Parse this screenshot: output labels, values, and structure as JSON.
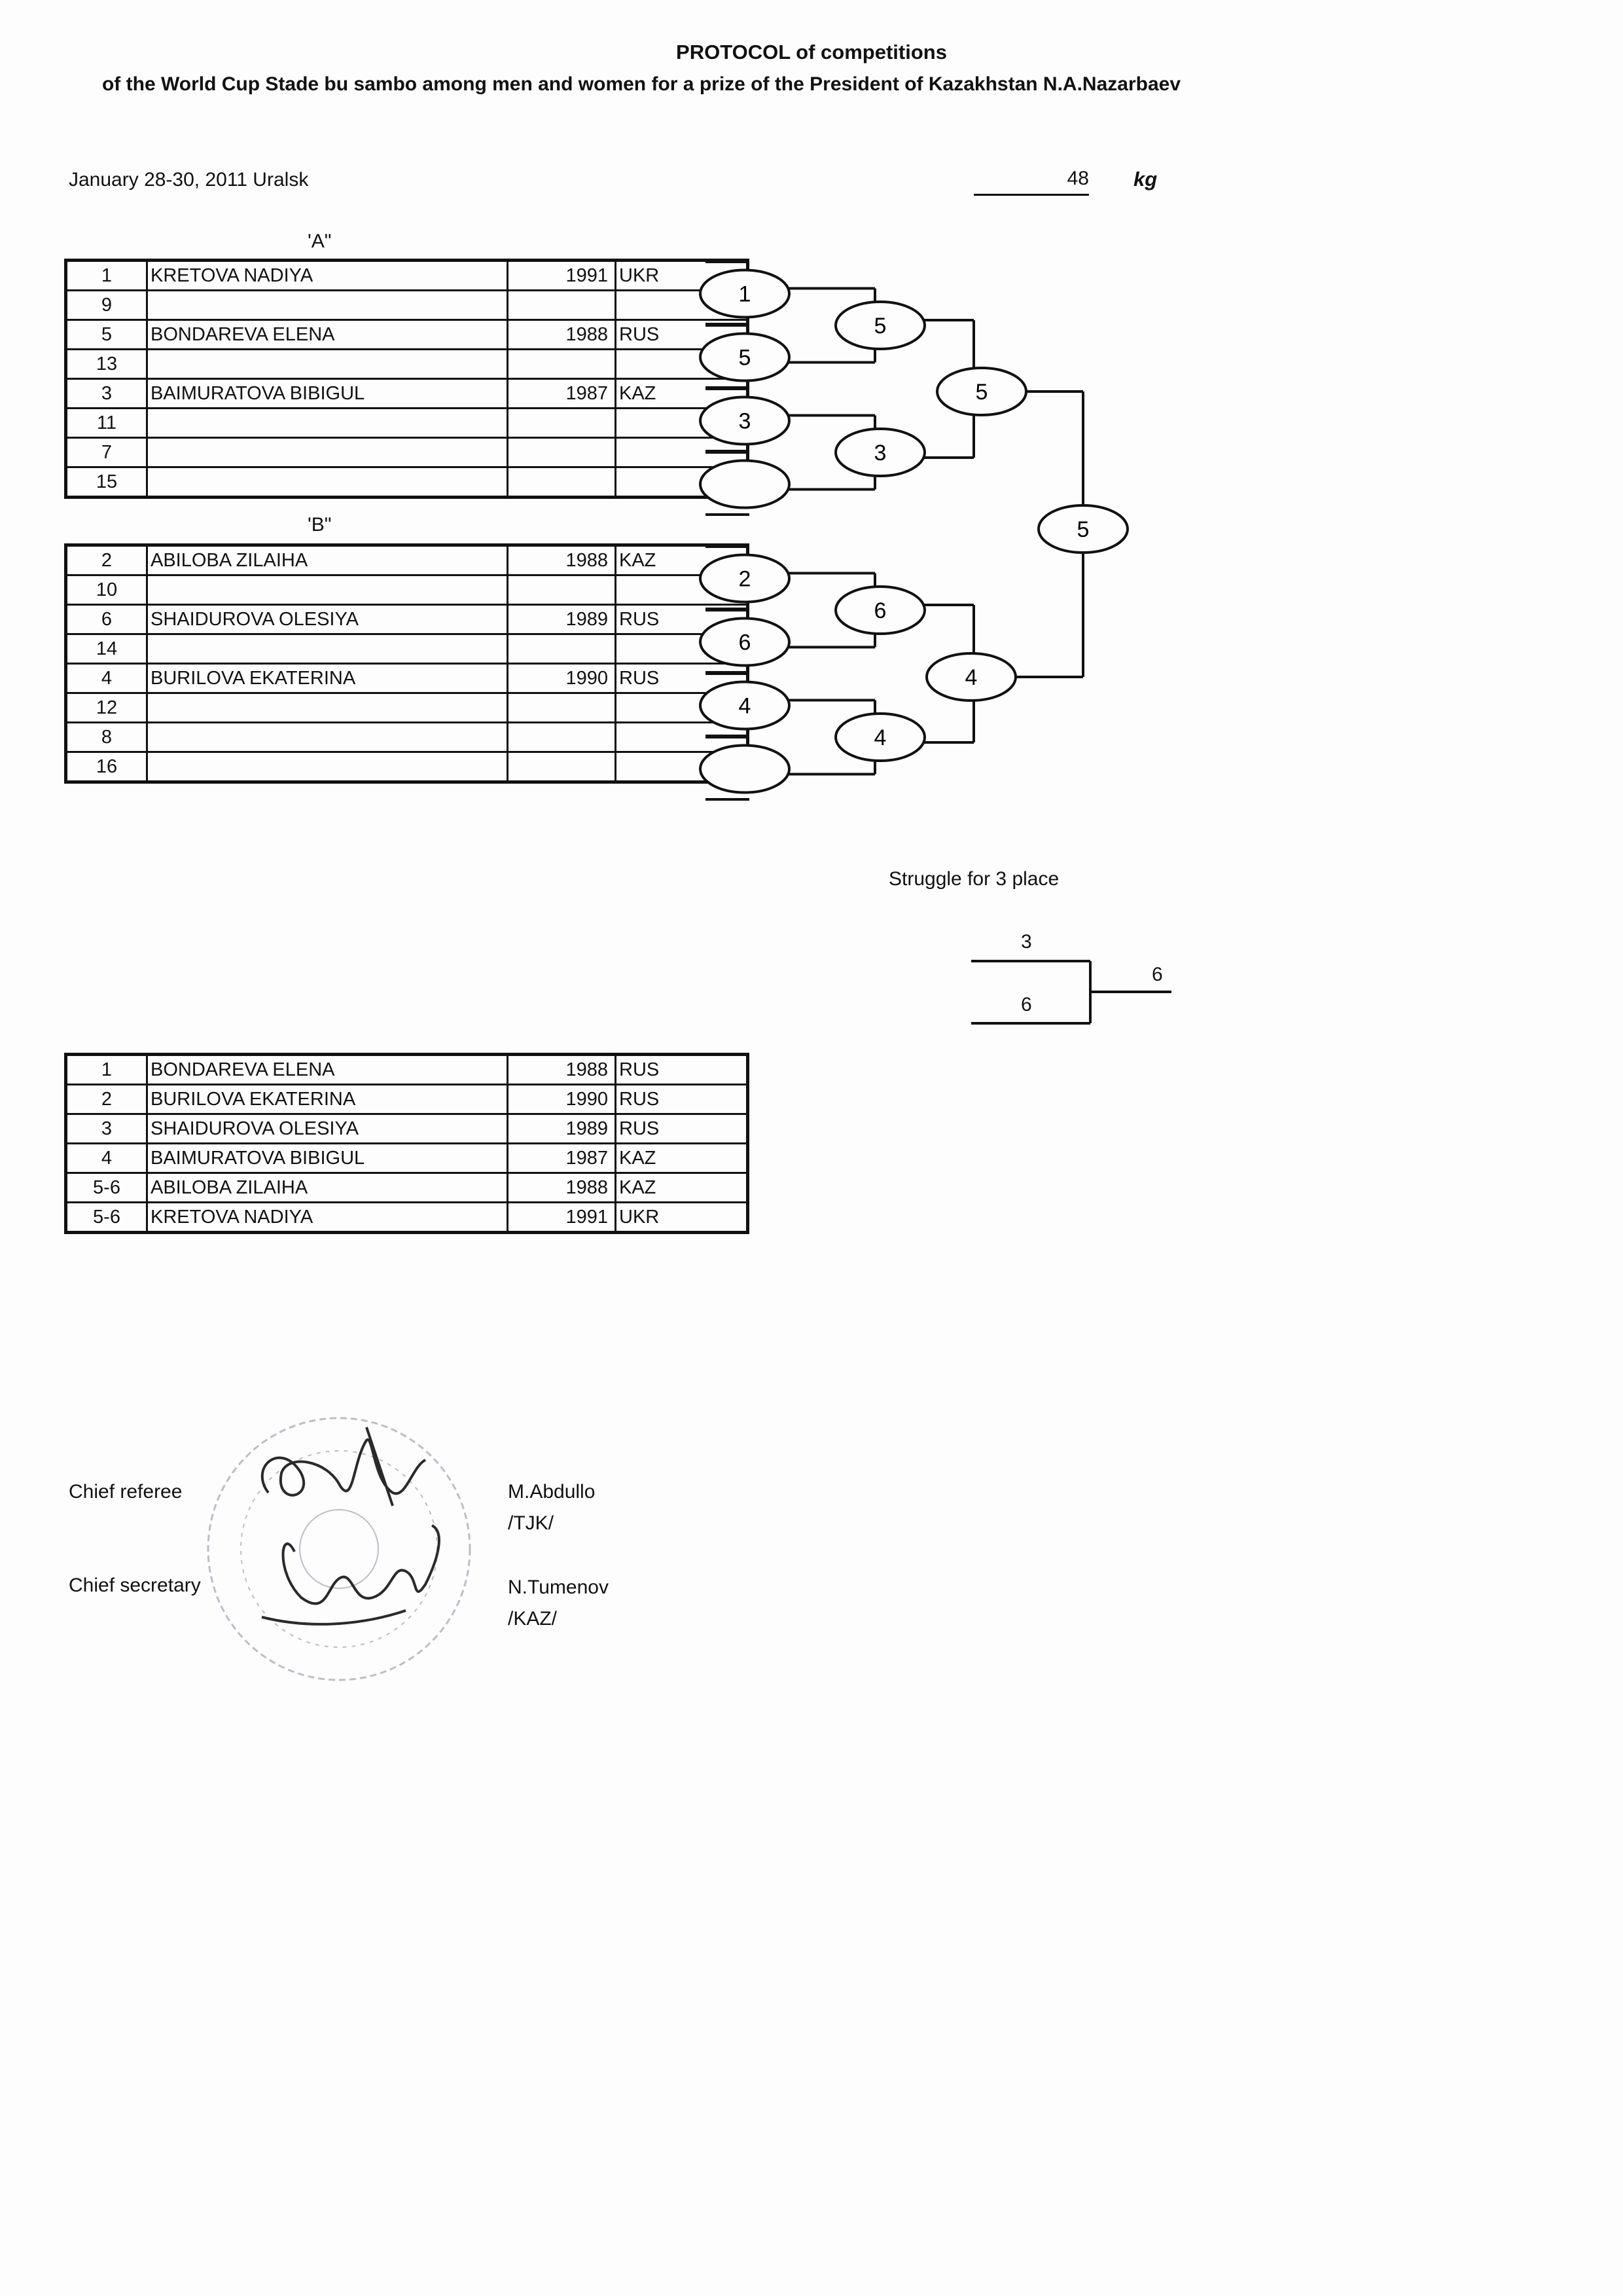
{
  "header": {
    "title": "PROTOCOL of competitions",
    "subtitle": "of the World Cup Stade bu sambo among men and women for a  prize of the President of Kazakhstan N.A.Nazarbaev",
    "date_place": "January 28-30, 2011 Uralsk",
    "weight": "48",
    "weight_unit": "kg"
  },
  "group_a": {
    "label": "'A\"",
    "rows": [
      {
        "seed": "1",
        "name": "KRETOVA NADIYA",
        "year": "1991",
        "country": "UKR"
      },
      {
        "seed": "9",
        "name": "",
        "year": "",
        "country": ""
      },
      {
        "seed": "5",
        "name": "BONDAREVA ELENA",
        "year": "1988",
        "country": "RUS"
      },
      {
        "seed": "13",
        "name": "",
        "year": "",
        "country": ""
      },
      {
        "seed": "3",
        "name": "BAIMURATOVA BIBIGUL",
        "year": "1987",
        "country": "KAZ"
      },
      {
        "seed": "11",
        "name": "",
        "year": "",
        "country": ""
      },
      {
        "seed": "7",
        "name": "",
        "year": "",
        "country": ""
      },
      {
        "seed": "15",
        "name": "",
        "year": "",
        "country": ""
      }
    ]
  },
  "group_b": {
    "label": "'B\"",
    "rows": [
      {
        "seed": "2",
        "name": "ABILOBA ZILAIHA",
        "year": "1988",
        "country": "KAZ"
      },
      {
        "seed": "10",
        "name": "",
        "year": "",
        "country": ""
      },
      {
        "seed": "6",
        "name": "SHAIDUROVA OLESIYA",
        "year": "1989",
        "country": "RUS"
      },
      {
        "seed": "14",
        "name": "",
        "year": "",
        "country": ""
      },
      {
        "seed": "4",
        "name": "BURILOVA EKATERINA",
        "year": "1990",
        "country": "RUS"
      },
      {
        "seed": "12",
        "name": "",
        "year": "",
        "country": ""
      },
      {
        "seed": "8",
        "name": "",
        "year": "",
        "country": ""
      },
      {
        "seed": "16",
        "name": "",
        "year": "",
        "country": ""
      }
    ]
  },
  "bracket": {
    "round1_a": [
      "1",
      "5",
      "3",
      ""
    ],
    "round2_a": [
      "5",
      "3"
    ],
    "semifinal_a": "5",
    "final_winner": "5",
    "round1_b": [
      "2",
      "6",
      "4",
      ""
    ],
    "round2_b": [
      "6",
      "4"
    ],
    "semifinal_b": "4"
  },
  "third_place": {
    "label": "Struggle for 3 place",
    "top": "3",
    "bottom": "6",
    "winner": "6"
  },
  "results": [
    {
      "place": "1",
      "name": "BONDAREVA ELENA",
      "year": "1988",
      "country": "RUS"
    },
    {
      "place": "2",
      "name": "BURILOVA EKATERINA",
      "year": "1990",
      "country": "RUS"
    },
    {
      "place": "3",
      "name": "SHAIDUROVA OLESIYA",
      "year": "1989",
      "country": "RUS"
    },
    {
      "place": "4",
      "name": "BAIMURATOVA BIBIGUL",
      "year": "1987",
      "country": "KAZ"
    },
    {
      "place": "5-6",
      "name": "ABILOBA ZILAIHA",
      "year": "1988",
      "country": "KAZ"
    },
    {
      "place": "5-6",
      "name": "KRETOVA NADIYA",
      "year": "1991",
      "country": "UKR"
    }
  ],
  "signatures": {
    "chief_referee_label": "Chief referee",
    "chief_referee_name": "M.Abdullo",
    "chief_referee_country": "/TJK/",
    "chief_secretary_label": "Chief secretary",
    "chief_secretary_name": "N.Tumenov",
    "chief_secretary_country": "/KAZ/"
  }
}
